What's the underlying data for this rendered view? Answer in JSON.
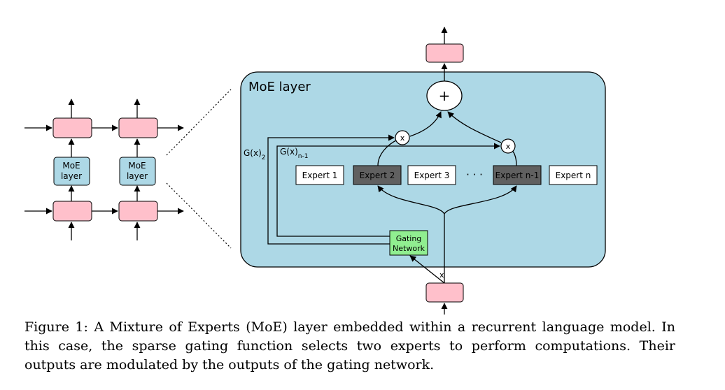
{
  "moe_layer": {
    "title": "MoE layer",
    "sum_symbol": "+",
    "multiply_symbol": "x",
    "gate_weight_2": "G(x)",
    "gate_weight_2_sub": "2",
    "gate_weight_n1": "G(x)",
    "gate_weight_n1_sub": "n-1",
    "gating_network": [
      "Gating",
      "Network"
    ],
    "input_marker": "x",
    "ellipsis": "· · ·",
    "experts": [
      {
        "label": "Expert 1",
        "selected": false
      },
      {
        "label": "Expert 2",
        "selected": true
      },
      {
        "label": "Expert 3",
        "selected": false
      },
      {
        "label": "Expert n-1",
        "selected": true
      },
      {
        "label": "Expert n",
        "selected": false
      }
    ]
  },
  "recurrent_model": {
    "moe_block_label": [
      "MoE",
      "layer"
    ]
  },
  "colors": {
    "moe_background": "#add8e6",
    "pink_box": "#ffc0cb",
    "gating_green": "#90ee90",
    "selected_expert": "#606060",
    "unselected_expert": "#ffffff"
  },
  "caption": "Figure 1: A Mixture of Experts (MoE) layer embedded within a recurrent language model. In this case, the sparse gating function selects two experts to perform computations. Their outputs are modulated by the outputs of the gating network."
}
